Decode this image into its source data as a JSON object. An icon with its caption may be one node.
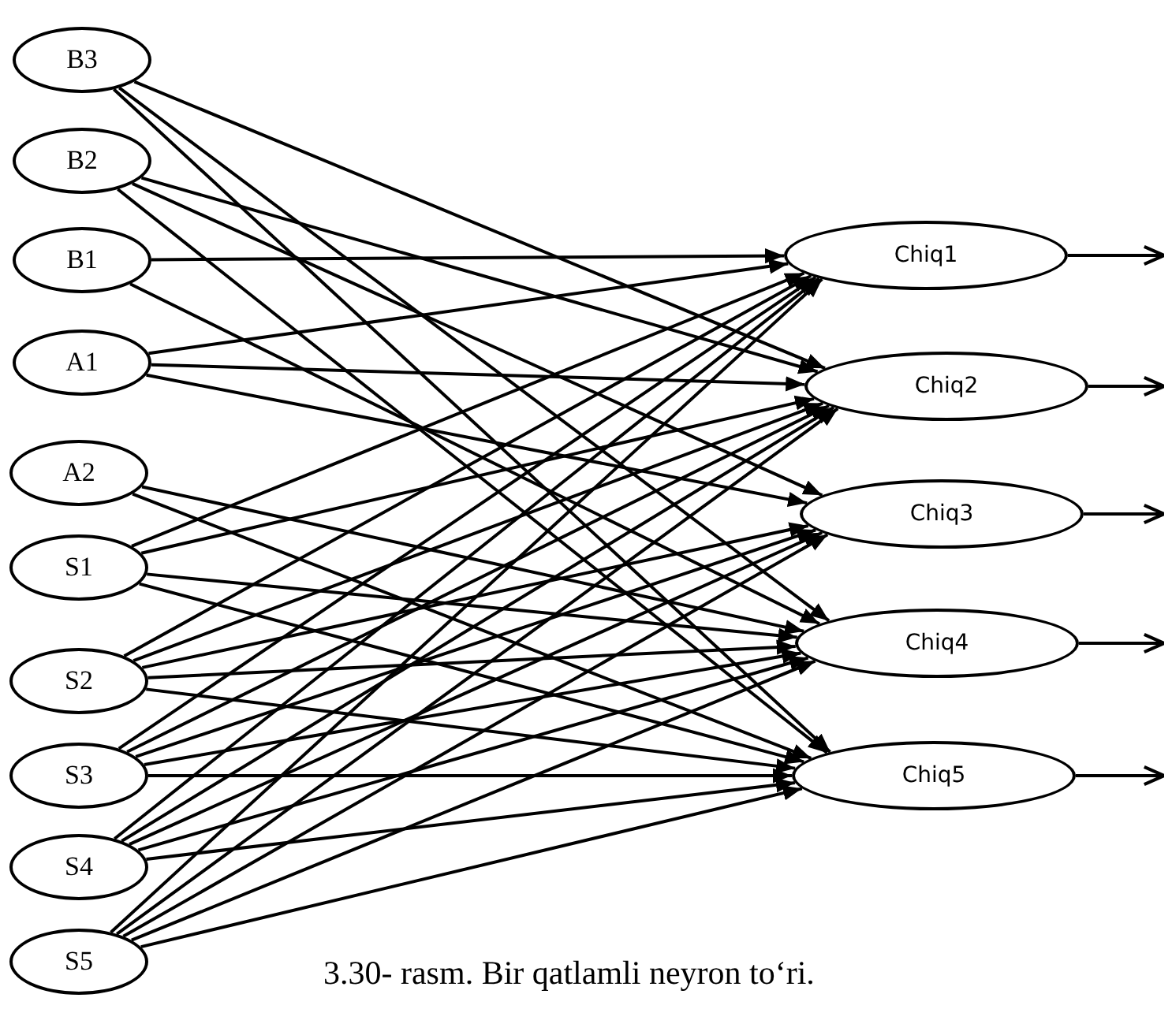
{
  "diagram": {
    "caption": "3.30- rasm. Bir qatlamli neyron to‘ri.",
    "nodes": [
      {
        "text": [
          "B3"
        ]
      },
      {
        "text": [
          "B2"
        ]
      },
      {
        "text": [
          "B1"
        ]
      },
      {
        "text": [
          "A1"
        ]
      },
      {
        "text": [
          "A2"
        ]
      },
      {
        "text": [
          "S1"
        ]
      },
      {
        "text": [
          "S2"
        ]
      },
      {
        "text": [
          "S3"
        ]
      },
      {
        "text": [
          "S4"
        ]
      },
      {
        "text": [
          "S5"
        ]
      },
      {
        "text": [
          "Chiq1"
        ]
      },
      {
        "text": [
          "Chiq2"
        ]
      },
      {
        "text": [
          "Chiq3"
        ]
      },
      {
        "text": [
          "Chiq4"
        ]
      },
      {
        "text": [
          "Chiq5"
        ]
      }
    ],
    "edges": [
      {
        "from": 0,
        "to": 11,
        "arrow": "to"
      },
      {
        "from": 0,
        "to": 13,
        "arrow": "to"
      },
      {
        "from": 0,
        "to": 14,
        "arrow": "to"
      },
      {
        "from": 1,
        "to": 11,
        "arrow": "to"
      },
      {
        "from": 1,
        "to": 12,
        "arrow": "to"
      },
      {
        "from": 1,
        "to": 14,
        "arrow": "to"
      },
      {
        "from": 2,
        "to": 10,
        "arrow": "to"
      },
      {
        "from": 2,
        "to": 13,
        "arrow": "to"
      },
      {
        "from": 3,
        "to": 10,
        "arrow": "to"
      },
      {
        "from": 3,
        "to": 11,
        "arrow": "to"
      },
      {
        "from": 3,
        "to": 12,
        "arrow": "to"
      },
      {
        "from": 4,
        "to": 13,
        "arrow": "to"
      },
      {
        "from": 4,
        "to": 14,
        "arrow": "to"
      },
      {
        "from": 5,
        "to": 10,
        "arrow": "to"
      },
      {
        "from": 5,
        "to": 11,
        "arrow": "to"
      },
      {
        "from": 5,
        "to": 13,
        "arrow": "to"
      },
      {
        "from": 5,
        "to": 14,
        "arrow": "to"
      },
      {
        "from": 6,
        "to": 10,
        "arrow": "to"
      },
      {
        "from": 6,
        "to": 11,
        "arrow": "to"
      },
      {
        "from": 6,
        "to": 12,
        "arrow": "to"
      },
      {
        "from": 6,
        "to": 13,
        "arrow": "to"
      },
      {
        "from": 6,
        "to": 14,
        "arrow": "to"
      },
      {
        "from": 7,
        "to": 10,
        "arrow": "to"
      },
      {
        "from": 7,
        "to": 11,
        "arrow": "to"
      },
      {
        "from": 7,
        "to": 12,
        "arrow": "to"
      },
      {
        "from": 7,
        "to": 13,
        "arrow": "to"
      },
      {
        "from": 7,
        "to": 14,
        "arrow": "to"
      },
      {
        "from": 8,
        "to": 10,
        "arrow": "to"
      },
      {
        "from": 8,
        "to": 11,
        "arrow": "to"
      },
      {
        "from": 8,
        "to": 12,
        "arrow": "to"
      },
      {
        "from": 8,
        "to": 13,
        "arrow": "to"
      },
      {
        "from": 8,
        "to": 14,
        "arrow": "to"
      },
      {
        "from": 9,
        "to": 10,
        "arrow": "to"
      },
      {
        "from": 9,
        "to": 11,
        "arrow": "to"
      },
      {
        "from": 9,
        "to": 12,
        "arrow": "to"
      },
      {
        "from": 9,
        "to": 13,
        "arrow": "to"
      },
      {
        "from": 9,
        "to": 14,
        "arrow": "to"
      },
      {
        "from": 10,
        "to": null,
        "arrow": "to"
      },
      {
        "from": 11,
        "to": null,
        "arrow": "to"
      },
      {
        "from": 12,
        "to": null,
        "arrow": "to"
      },
      {
        "from": 13,
        "to": null,
        "arrow": "to"
      },
      {
        "from": 14,
        "to": null,
        "arrow": "to"
      }
    ]
  }
}
